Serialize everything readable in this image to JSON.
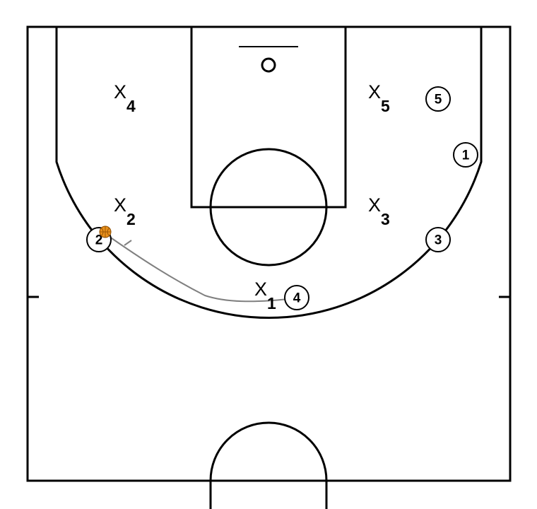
{
  "colors": {
    "court_lines": "#000000",
    "background": "#ffffff",
    "ball": "#e8901c",
    "pass_path": "#808080"
  },
  "offense": [
    {
      "id": "o1",
      "label": "1"
    },
    {
      "id": "o2",
      "label": "2",
      "has_ball": true
    },
    {
      "id": "o3",
      "label": "3"
    },
    {
      "id": "o4",
      "label": "4"
    },
    {
      "id": "o5",
      "label": "5"
    }
  ],
  "defense": [
    {
      "id": "x1",
      "letter": "X",
      "number": "1"
    },
    {
      "id": "x2",
      "letter": "X",
      "number": "2"
    },
    {
      "id": "x3",
      "letter": "X",
      "number": "3"
    },
    {
      "id": "x4",
      "letter": "X",
      "number": "4"
    },
    {
      "id": "x5",
      "letter": "X",
      "number": "5"
    }
  ],
  "actions": [
    {
      "type": "cut",
      "player": "4",
      "icon": "screen-line"
    }
  ]
}
